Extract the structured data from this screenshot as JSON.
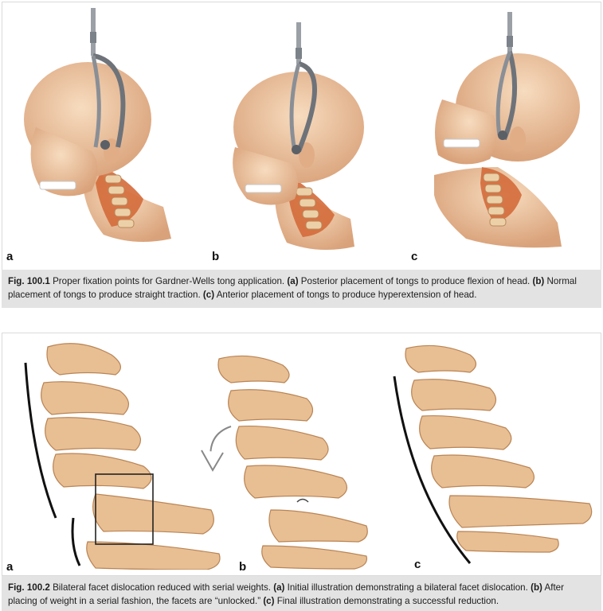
{
  "figure1": {
    "panels": [
      {
        "label": "a"
      },
      {
        "label": "b"
      },
      {
        "label": "c"
      }
    ],
    "caption": {
      "number": "Fig. 100.1",
      "intro": "Proper fixation points for Gardner-Wells tong application.",
      "parts": [
        {
          "tag": "(a)",
          "text": "Posterior placement of tongs to produce flexion of head."
        },
        {
          "tag": "(b)",
          "text": "Normal placement of tongs to produce straight traction."
        },
        {
          "tag": "(c)",
          "text": "Anterior placement of tongs to produce hyperextension of head."
        }
      ]
    }
  },
  "figure2": {
    "panels": [
      {
        "label": "a"
      },
      {
        "label": "b"
      },
      {
        "label": "c"
      }
    ],
    "caption": {
      "number": "Fig. 100.2",
      "intro": "Bilateral facet dislocation reduced with serial weights.",
      "parts": [
        {
          "tag": "(a)",
          "text": "Initial illustration demonstrating a bilateral facet dislocation."
        },
        {
          "tag": "(b)",
          "text": "After placing of weight in a serial fashion, the facets are “unlocked.”"
        },
        {
          "tag": "(c)",
          "text": "Final illustration demonstrating a successful reduction."
        }
      ]
    }
  },
  "colors": {
    "skin": "#efc9a4",
    "skin_shadow": "#d9a27a",
    "bone": "#e8bf93",
    "bone_shadow": "#c8905f",
    "muscle": "#d46a3a",
    "tong_metal": "#8a8f96",
    "caption_bg": "#e3e3e3"
  }
}
